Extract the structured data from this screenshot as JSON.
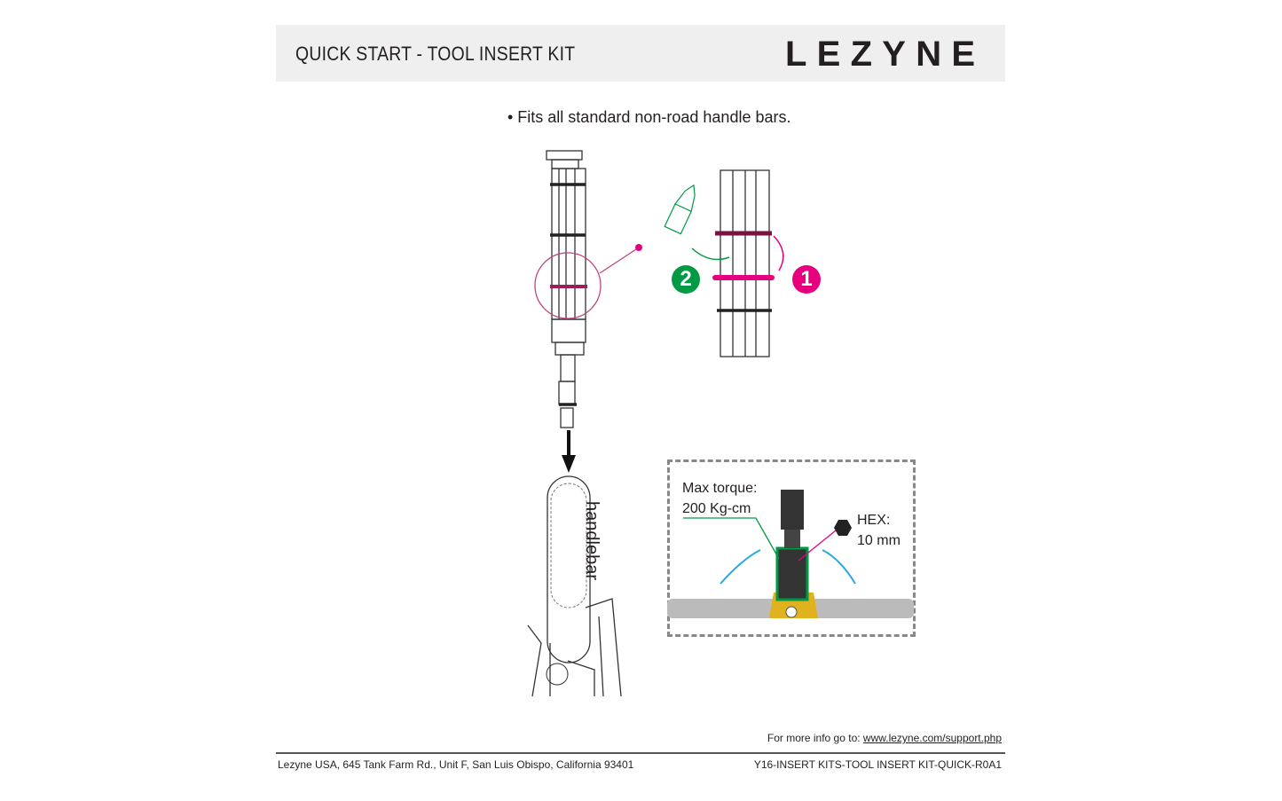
{
  "header": {
    "title": "QUICK START - TOOL INSERT KIT",
    "logo_text": "LEZYNE"
  },
  "bullet": "• Fits all standard non-road handle bars.",
  "steps": {
    "step1": "1",
    "step2": "2"
  },
  "handlebar_label": "handlebar",
  "torque": {
    "line1": "Max torque:",
    "line2": "200 Kg-cm"
  },
  "hex": {
    "line1": "HEX:",
    "line2": "10 mm"
  },
  "footer": {
    "info_prefix": "For more info go to:",
    "info_link": "www.lezyne.com/support.php",
    "address": "Lezyne USA, 645 Tank Farm Rd., Unit F, San Luis Obispo, California 93401",
    "code": "Y16-INSERT KITS-TOOL INSERT KIT-QUICK-R0A1"
  },
  "colors": {
    "magenta": "#e6007e",
    "green": "#009a44",
    "blue": "#29a9e1",
    "gold": "#e0b21e",
    "header_bg": "#efefef"
  }
}
